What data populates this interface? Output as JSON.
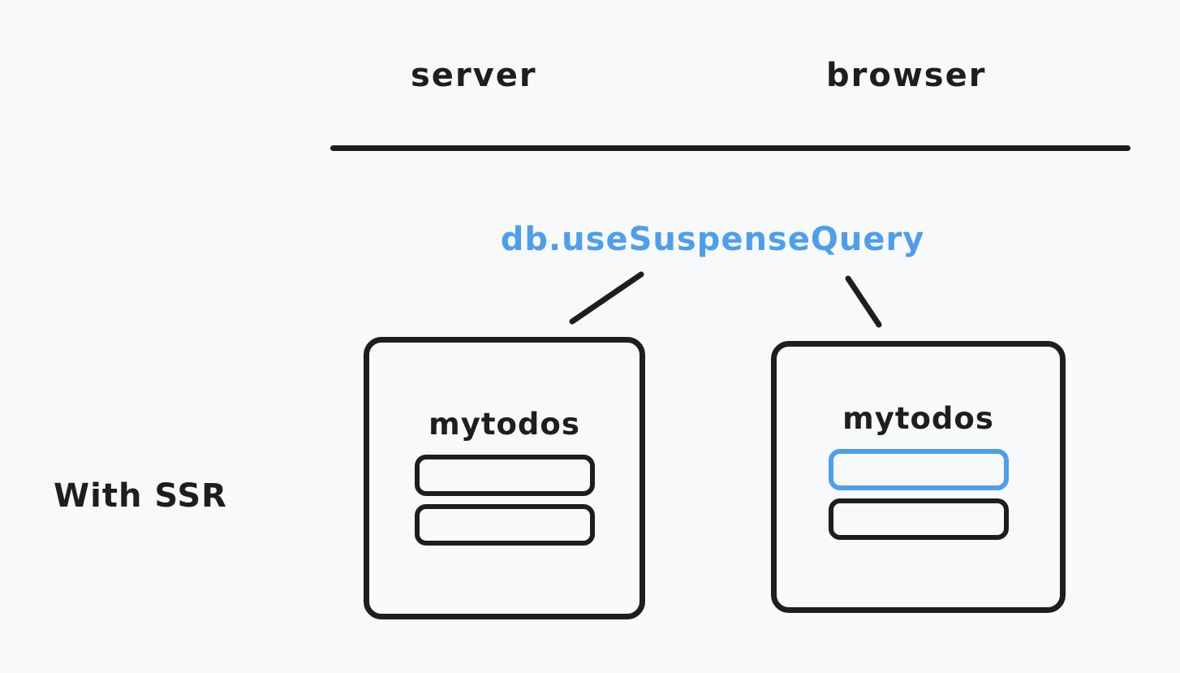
{
  "canvas": {
    "background": "#f8f9fb",
    "stroke_color": "#1e1e1e",
    "accent_color": "#4d9fec"
  },
  "columns": {
    "server": "server",
    "browser": "browser"
  },
  "hook_label": {
    "text": "db.useSuspenseQuery",
    "color": "#4d9fec"
  },
  "row": {
    "label": "With SSR"
  },
  "server_box": {
    "title": "mytodos",
    "items": [
      {
        "highlight": false
      },
      {
        "highlight": false
      }
    ]
  },
  "browser_box": {
    "title": "mytodos",
    "items": [
      {
        "highlight": true
      },
      {
        "highlight": false
      }
    ]
  }
}
